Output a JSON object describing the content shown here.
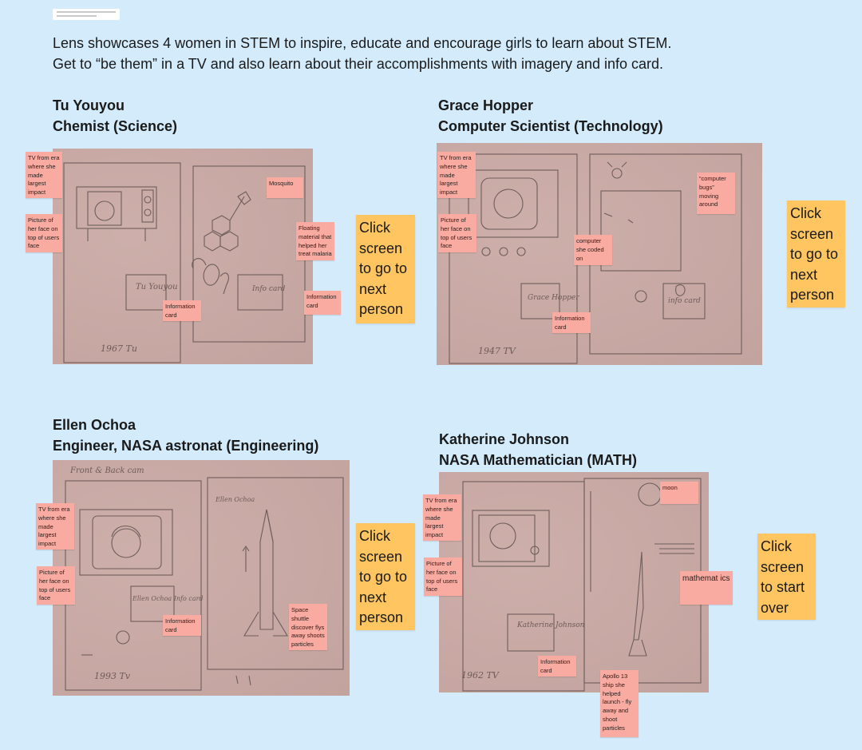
{
  "intro": {
    "line1": "Lens showcases 4 women in STEM to inspire, educate and encourage girls to learn about STEM.",
    "line2": "Get to “be them” in a TV and also learn about their accomplishments with imagery and info card."
  },
  "colors": {
    "background": "#d3ebfb",
    "sticky_note": "#f9aba1",
    "callout_note": "#ffc560",
    "sketch_paper": "#c9a8a3"
  },
  "frames": [
    {
      "name": "Tu Youyou",
      "role": "Chemist (Science)",
      "sketch_text": {
        "card": "Tu Youyou",
        "info": "Info card",
        "year": "1967 Tu"
      },
      "notes": [
        "TV from era where she made largest impact",
        "Picture of her face on top of users face",
        "Mosquito",
        "Floating material that helped her treat malaria",
        "Information card",
        "Information card"
      ],
      "callout": "Click screen to go to next person"
    },
    {
      "name": "Grace Hopper",
      "role": "Computer Scientist (Technology)",
      "sketch_text": {
        "card": "Grace Hopper",
        "info": "info card",
        "year": "1947 TV"
      },
      "notes": [
        "TV from era where she made largest impact",
        "Picture of her face on top of users face",
        "computer she coded on",
        "“computer bugs” moving around",
        "Information card"
      ],
      "callout": "Click screen to go to next person"
    },
    {
      "name": "Ellen Ochoa",
      "role": "Engineer, NASA astronat (Engineering)",
      "sketch_text": {
        "top": "Front & Back cam",
        "card": "Ellen Ochoa Info card",
        "header": "Ellen Ochoa",
        "year": "1993 Tv"
      },
      "notes": [
        "TV from era where she made largest impact",
        "Picture of her face on top of users face",
        "Information card",
        "Space shuttle discover flys away shoots particles"
      ],
      "callout": "Click screen to go to next person"
    },
    {
      "name": "Katherine Johnson",
      "role": "NASA Mathematician (MATH)",
      "sketch_text": {
        "card": "Katherine Johnson",
        "year": "1962 TV"
      },
      "notes": [
        "TV from era where she made largest impact",
        "Picture of her face on top of users face",
        "moon",
        "mathemat ics",
        "Information card",
        "Apollo 13 ship she helped launch - fly away and shoot particles"
      ],
      "callout": "Click screen to start over"
    }
  ]
}
